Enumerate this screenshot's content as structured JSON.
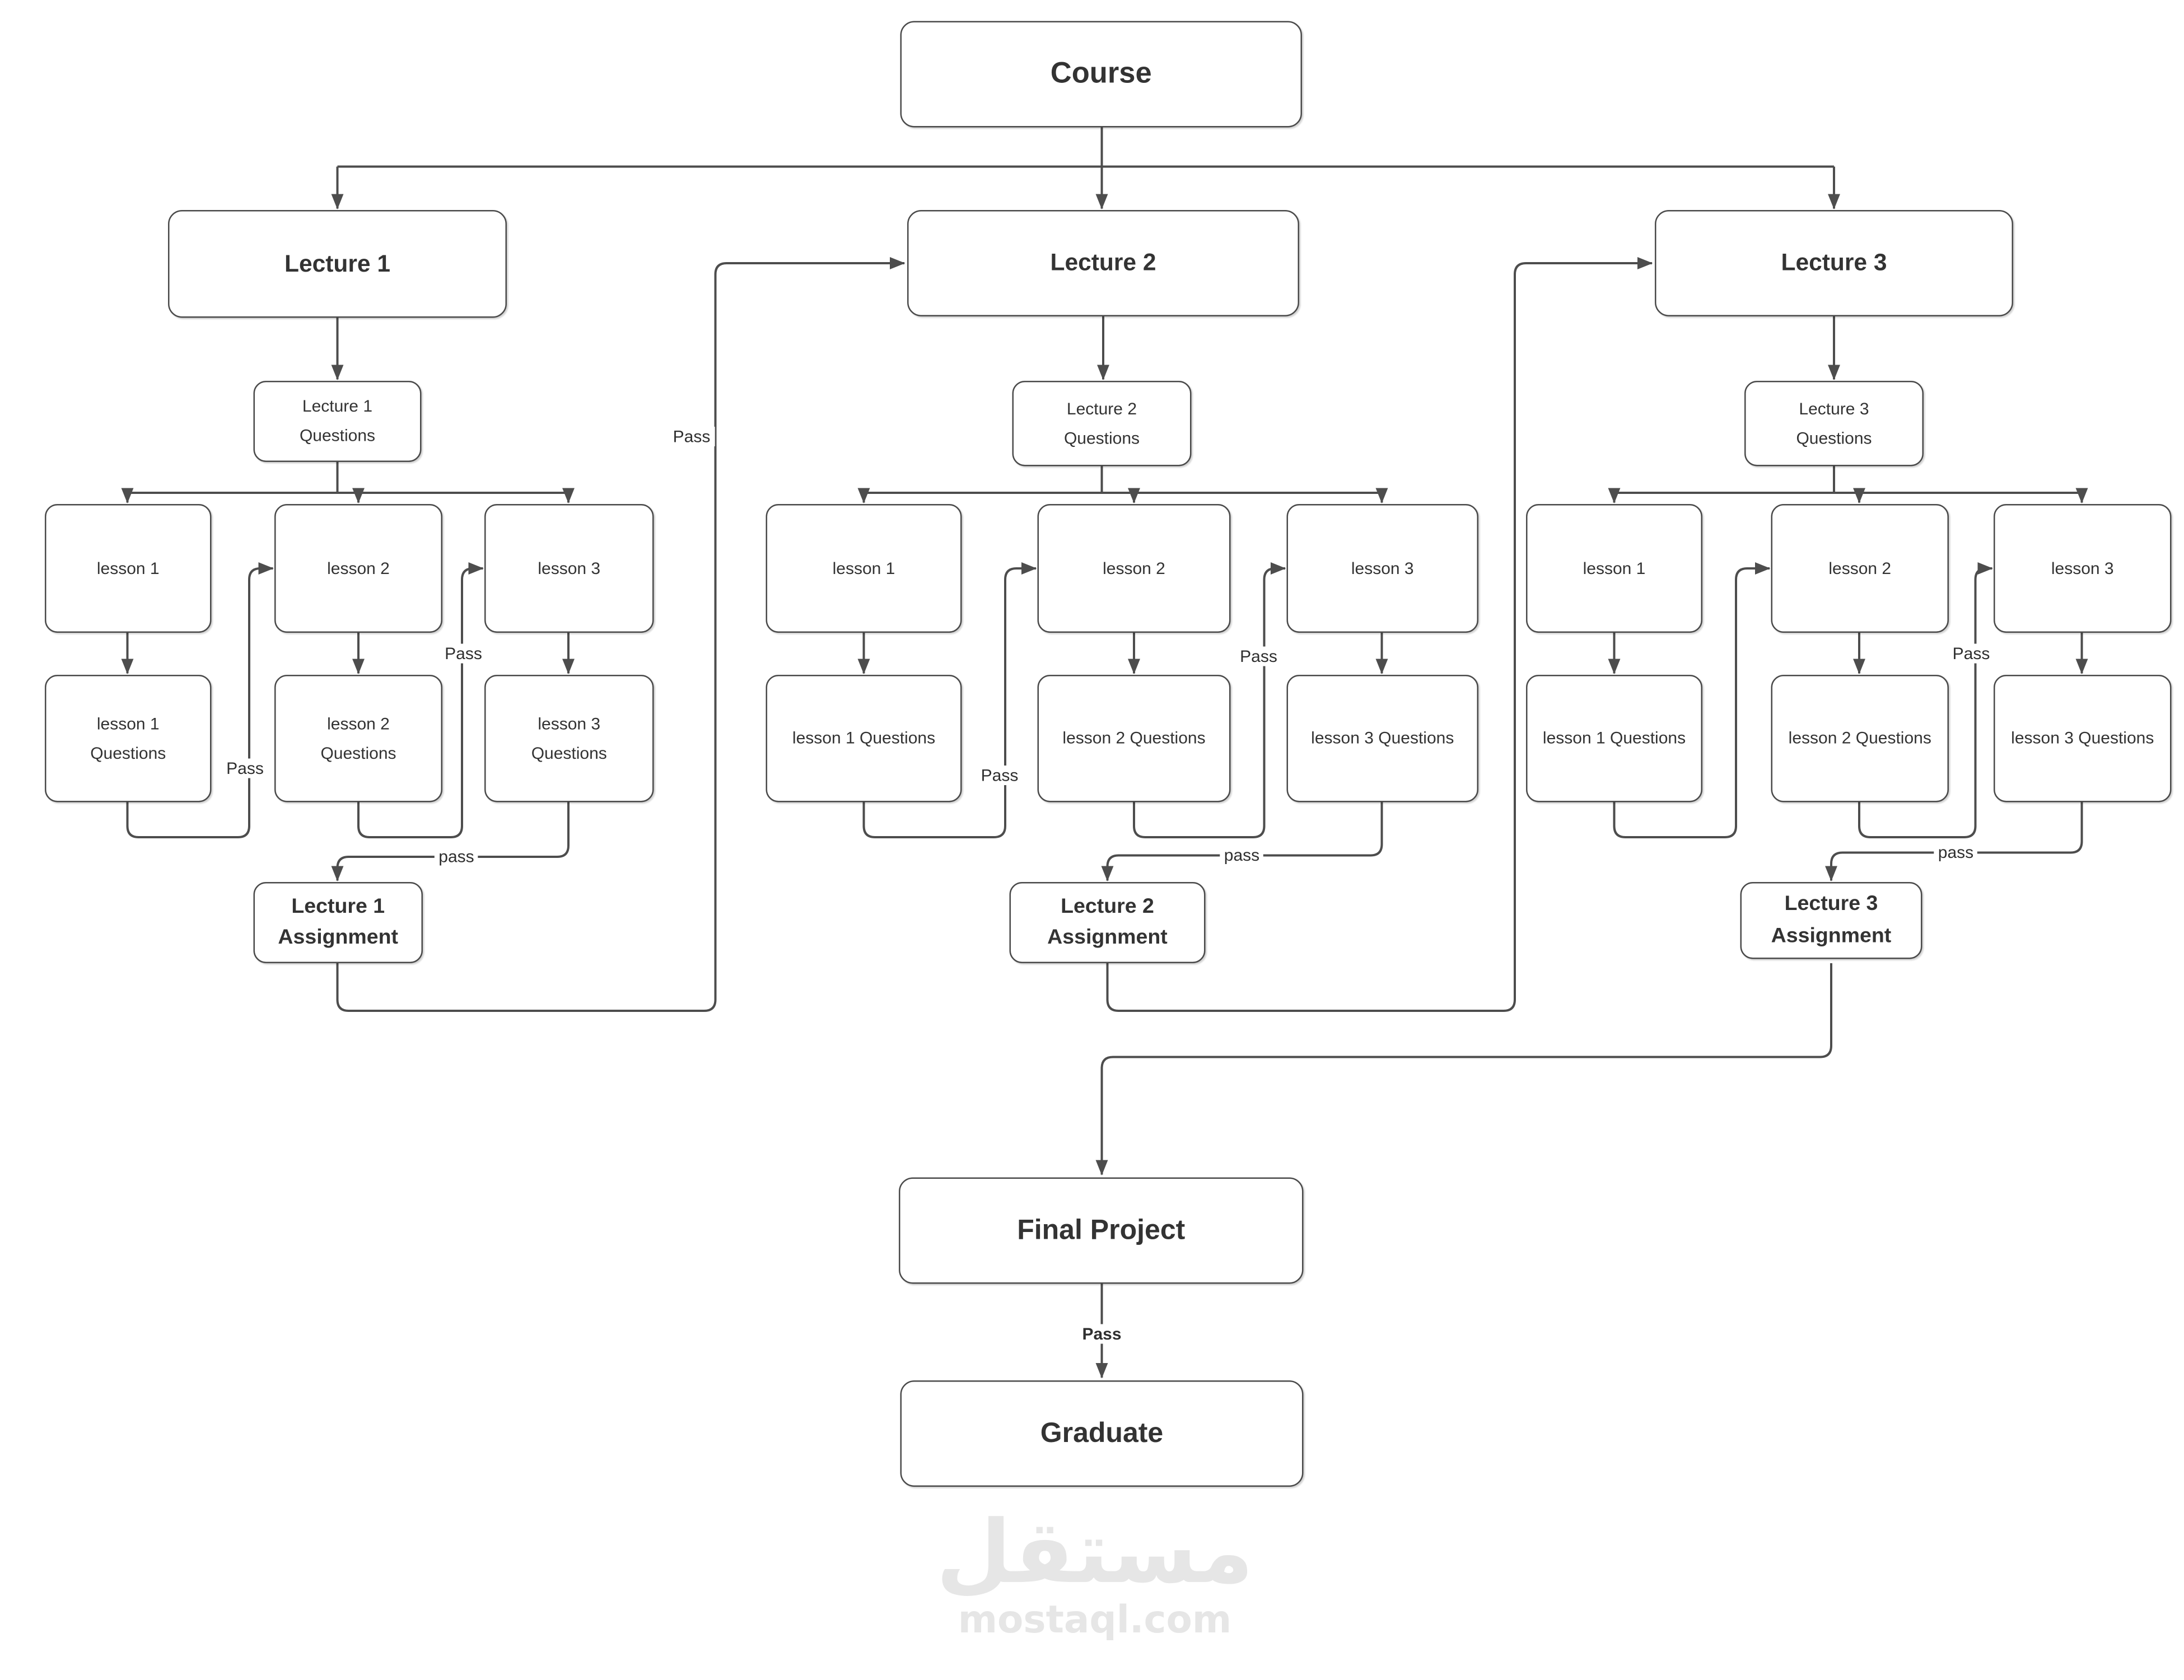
{
  "colors": {
    "line": "#4d4d4d",
    "box_border": "#4a4a4a",
    "text": "#333333",
    "watermark": "#e6e6e6"
  },
  "nodes": {
    "course": {
      "label": "Course"
    },
    "lecture1": {
      "label": "Lecture 1"
    },
    "lecture2": {
      "label": "Lecture 2"
    },
    "lecture3": {
      "label": "Lecture 3"
    },
    "lecture1_questions": {
      "line1": "Lecture 1",
      "line2": "Questions"
    },
    "lecture2_questions": {
      "line1": "Lecture 2",
      "line2": "Questions"
    },
    "lecture3_questions": {
      "line1": "Lecture 3",
      "line2": "Questions"
    },
    "l1_lesson1": {
      "label": "lesson 1"
    },
    "l1_lesson2": {
      "label": "lesson 2"
    },
    "l1_lesson3": {
      "label": "lesson 3"
    },
    "l1_lesson1_questions": {
      "line1": "lesson 1",
      "line2": "Questions"
    },
    "l1_lesson2_questions": {
      "line1": "lesson 2",
      "line2": "Questions"
    },
    "l1_lesson3_questions": {
      "line1": "lesson 3",
      "line2": "Questions"
    },
    "l2_lesson1": {
      "label": "lesson 1"
    },
    "l2_lesson2": {
      "label": "lesson 2"
    },
    "l2_lesson3": {
      "label": "lesson 3"
    },
    "l2_lesson1_questions": {
      "label": "lesson 1 Questions"
    },
    "l2_lesson2_questions": {
      "label": "lesson 2 Questions"
    },
    "l2_lesson3_questions": {
      "label": "lesson 3 Questions"
    },
    "l3_lesson1": {
      "label": "lesson 1"
    },
    "l3_lesson2": {
      "label": "lesson 2"
    },
    "l3_lesson3": {
      "label": "lesson 3"
    },
    "l3_lesson1_questions": {
      "label": "lesson 1 Questions"
    },
    "l3_lesson2_questions": {
      "label": "lesson 2 Questions"
    },
    "l3_lesson3_questions": {
      "label": "lesson 3 Questions"
    },
    "assignment1": {
      "line1": "Lecture 1",
      "line2": "Assignment"
    },
    "assignment2": {
      "line1": "Lecture 2",
      "line2": "Assignment"
    },
    "assignment3": {
      "line1": "Lecture 3",
      "line2": "Assignment"
    },
    "final_project": {
      "label": "Final Project"
    },
    "graduate": {
      "label": "Graduate"
    }
  },
  "edge_labels": {
    "assignment1_to_lecture2": {
      "text": "Pass"
    },
    "l1_q1_to_lesson2": {
      "text": "Pass"
    },
    "l1_q2_to_lesson3": {
      "text": "Pass"
    },
    "l1_q3_to_assignment": {
      "text": "pass"
    },
    "l2_q1_to_lesson2": {
      "text": "Pass"
    },
    "l2_q2_to_lesson3": {
      "text": "Pass"
    },
    "l2_q3_to_assignment": {
      "text": "pass"
    },
    "l3_q2_to_lesson3": {
      "text": "Pass"
    },
    "l3_q3_to_assignment": {
      "text": "pass"
    },
    "final_to_graduate": {
      "text": "Pass"
    }
  },
  "watermark": {
    "logo_text": "مستقل",
    "site": "mostaql.com"
  }
}
